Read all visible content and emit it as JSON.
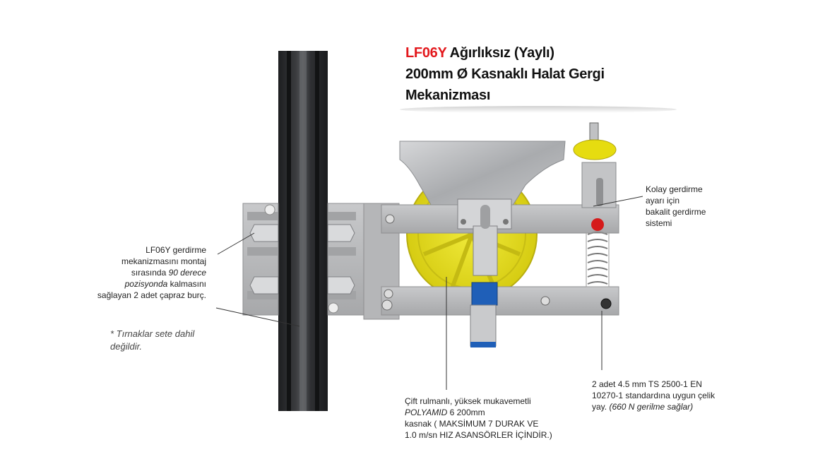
{
  "title": {
    "code": "LF06Y",
    "line1_rest": " Ağırlıksız (Yaylı)",
    "line2": "200mm Ø Kasnaklı Halat Gergi",
    "line3": "Mekanizması"
  },
  "notes": {
    "left": {
      "l1": "LF06Y gerdirme",
      "l2": "mekanizmasını montaj",
      "l3_a": "sırasında ",
      "l3_b": "90 derece",
      "l4_a": "pozisyonda",
      "l4_b": " kalmasını",
      "l5": "sağlayan 2 adet çapraz burç."
    },
    "disclaimer": "* Tırnaklar sete dahil değildir.",
    "right": {
      "l1": "Kolay gerdirme",
      "l2": "ayarı için",
      "l3": "bakalit gerdirme",
      "l4": "sistemi"
    },
    "bottom": {
      "l1": "Çift rulmanlı, yüksek mukavemetli",
      "l2_a": "POLYAMID",
      "l2_b": " 6 200mm",
      "l3": "kasnak ( MAKSİMUM 7 DURAK VE",
      "l4": "1.0 m/sn HIZ ASANSÖRLER İÇİNDİR.)"
    },
    "spring": {
      "l1": "2 adet 4.5 mm TS 2500-1 EN",
      "l2": "10270-1 standardına uygun çelik",
      "l3_a": "yay. ",
      "l3_b": "(660 N gerilme sağlar)"
    }
  },
  "colors": {
    "accent_red": "#e3191d",
    "pulley_yellow": "#e4dc1f",
    "rail_dark": "#2a2b2d",
    "plate_grey": "#b8b9bb",
    "clamp_blue": "#1f5fb8"
  }
}
